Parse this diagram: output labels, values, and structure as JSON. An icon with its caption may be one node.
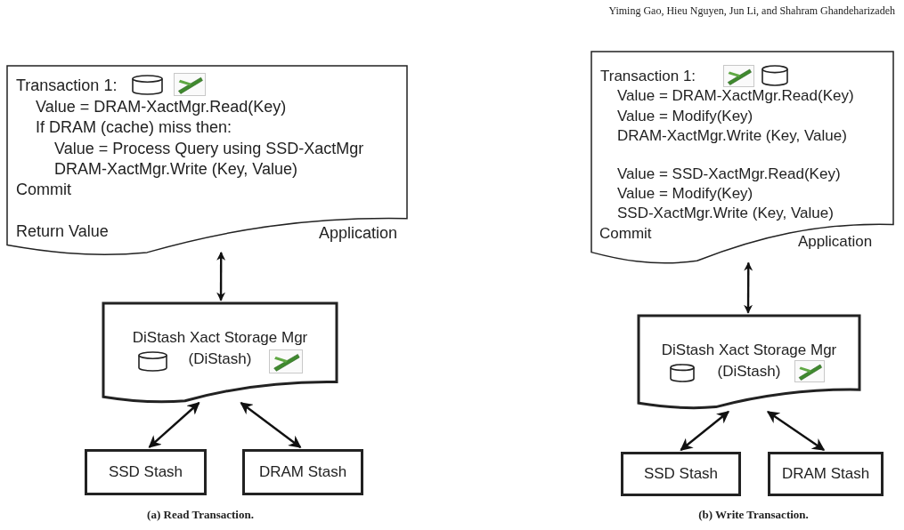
{
  "diagram": {
    "nodes": [
      {
        "text": [
          "Transaction 1:",
          "Value = DRAM-XactMgr.Read(Key)",
          "If DRAM (cache) miss then:",
          "Value = Process Query using SSD-XactMgr",
          "DRAM-XactMgr.Write (Key, Value)",
          "Commit",
          "Return Value",
          "Application"
        ]
      },
      {
        "text": [
          "DiStash Xact Storage Mgr",
          "(DiStash)"
        ]
      },
      {
        "text": [
          "SSD Stash"
        ]
      },
      {
        "text": [
          "DRAM Stash"
        ]
      },
      {
        "text": [
          "Transaction 1:",
          "Value = DRAM-XactMgr.Read(Key)",
          "Value = Modify(Key)",
          "DRAM-XactMgr.Write (Key, Value)",
          "Value = SSD-XactMgr.Read(Key)",
          "Value = Modify(Key)",
          "SSD-XactMgr.Write (Key, Value)",
          "Commit",
          "Application"
        ]
      },
      {
        "text": [
          "DiStash Xact Storage Mgr",
          "(DiStash)"
        ]
      },
      {
        "text": [
          "SSD Stash"
        ]
      },
      {
        "text": [
          "DRAM Stash"
        ]
      }
    ],
    "edges": [
      {
        "from": 0,
        "to": 1,
        "arrow": "both"
      },
      {
        "from": 1,
        "to": 2,
        "arrow": "both"
      },
      {
        "from": 1,
        "to": 3,
        "arrow": "both"
      },
      {
        "from": 4,
        "to": 5,
        "arrow": "both"
      },
      {
        "from": 5,
        "to": 6,
        "arrow": "both"
      },
      {
        "from": 5,
        "to": 7,
        "arrow": "both"
      }
    ],
    "labels": [
      "Yiming Gao, Hieu Nguyen, Jun Li, and Shahram Ghandeharizadeh",
      "(a) Read Transaction.",
      "(b) Write Transaction."
    ]
  }
}
